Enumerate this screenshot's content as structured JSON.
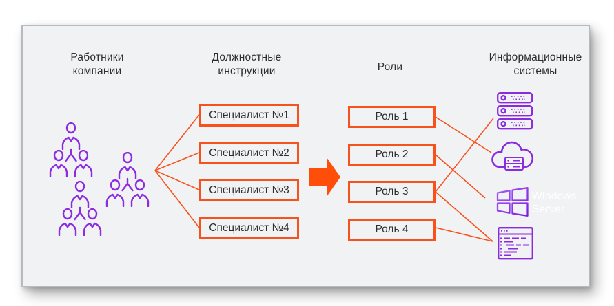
{
  "colors": {
    "accent_orange": "#f7521d",
    "arrow_orange": "#ff4d0a",
    "icon_purple": "#8a2be0",
    "people_purple": "#8d2be0",
    "card_bg": "#f1f2f4",
    "card_border": "#b7babf",
    "text_dark": "#2e2e30",
    "white": "#ffffff"
  },
  "diagram": {
    "employees": {
      "title": [
        "Работники",
        "компании"
      ],
      "icons": [
        "team-icon",
        "team-icon",
        "team-icon"
      ]
    },
    "instructions": {
      "title": [
        "Должностные",
        "инструкции"
      ],
      "items": [
        "Специалист №1",
        "Специалист №2",
        "Специалист №3",
        "Специалист №4"
      ]
    },
    "roles": {
      "title": "Роли",
      "items": [
        "Роль 1",
        "Роль 2",
        "Роль 3",
        "Роль 4"
      ]
    },
    "systems": {
      "title": [
        "Информационные",
        "системы"
      ],
      "icons": [
        "server-rack-icon",
        "cloud-hosting-icon",
        "windows-server-icon",
        "code-window-icon"
      ],
      "windows_caption": [
        "Windows",
        "Server"
      ]
    }
  }
}
